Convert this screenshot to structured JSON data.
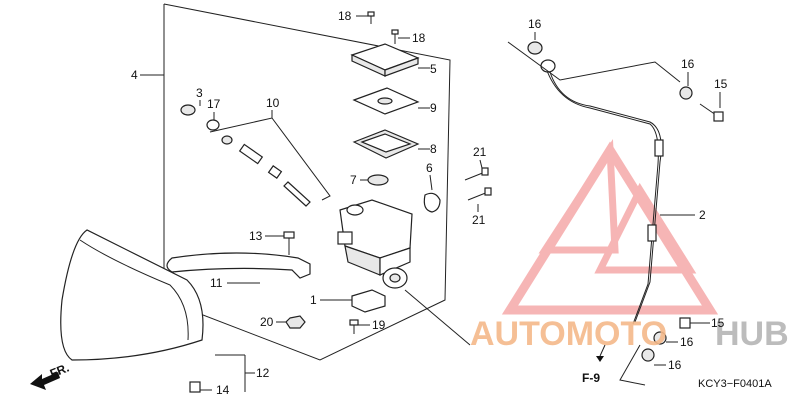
{
  "callouts": [
    {
      "id": "c1",
      "text": "1"
    },
    {
      "id": "c2",
      "text": "2"
    },
    {
      "id": "c3",
      "text": "3"
    },
    {
      "id": "c4",
      "text": "4"
    },
    {
      "id": "c5",
      "text": "5"
    },
    {
      "id": "c6",
      "text": "6"
    },
    {
      "id": "c7",
      "text": "7"
    },
    {
      "id": "c8",
      "text": "8"
    },
    {
      "id": "c9",
      "text": "9"
    },
    {
      "id": "c10",
      "text": "10"
    },
    {
      "id": "c11",
      "text": "11"
    },
    {
      "id": "c12",
      "text": "12"
    },
    {
      "id": "c13",
      "text": "13"
    },
    {
      "id": "c14",
      "text": "14"
    },
    {
      "id": "c15a",
      "text": "15"
    },
    {
      "id": "c15b",
      "text": "15"
    },
    {
      "id": "c16a",
      "text": "16"
    },
    {
      "id": "c16b",
      "text": "16"
    },
    {
      "id": "c16c",
      "text": "16"
    },
    {
      "id": "c16d",
      "text": "16"
    },
    {
      "id": "c17",
      "text": "17"
    },
    {
      "id": "c18a",
      "text": "18"
    },
    {
      "id": "c18b",
      "text": "18"
    },
    {
      "id": "c19",
      "text": "19"
    },
    {
      "id": "c20",
      "text": "20"
    },
    {
      "id": "c21a",
      "text": "21"
    },
    {
      "id": "c21b",
      "text": "21"
    }
  ],
  "reference_label": "F-9",
  "direction_label": "FR.",
  "diagram_code": "KCY3−F0401A",
  "watermark": {
    "text_left": "AUTOMOTO",
    "text_right": "HUB",
    "color_left": "#f5b98a",
    "color_right": "#b5b5b5",
    "triangle_color": "#f07a7a"
  }
}
